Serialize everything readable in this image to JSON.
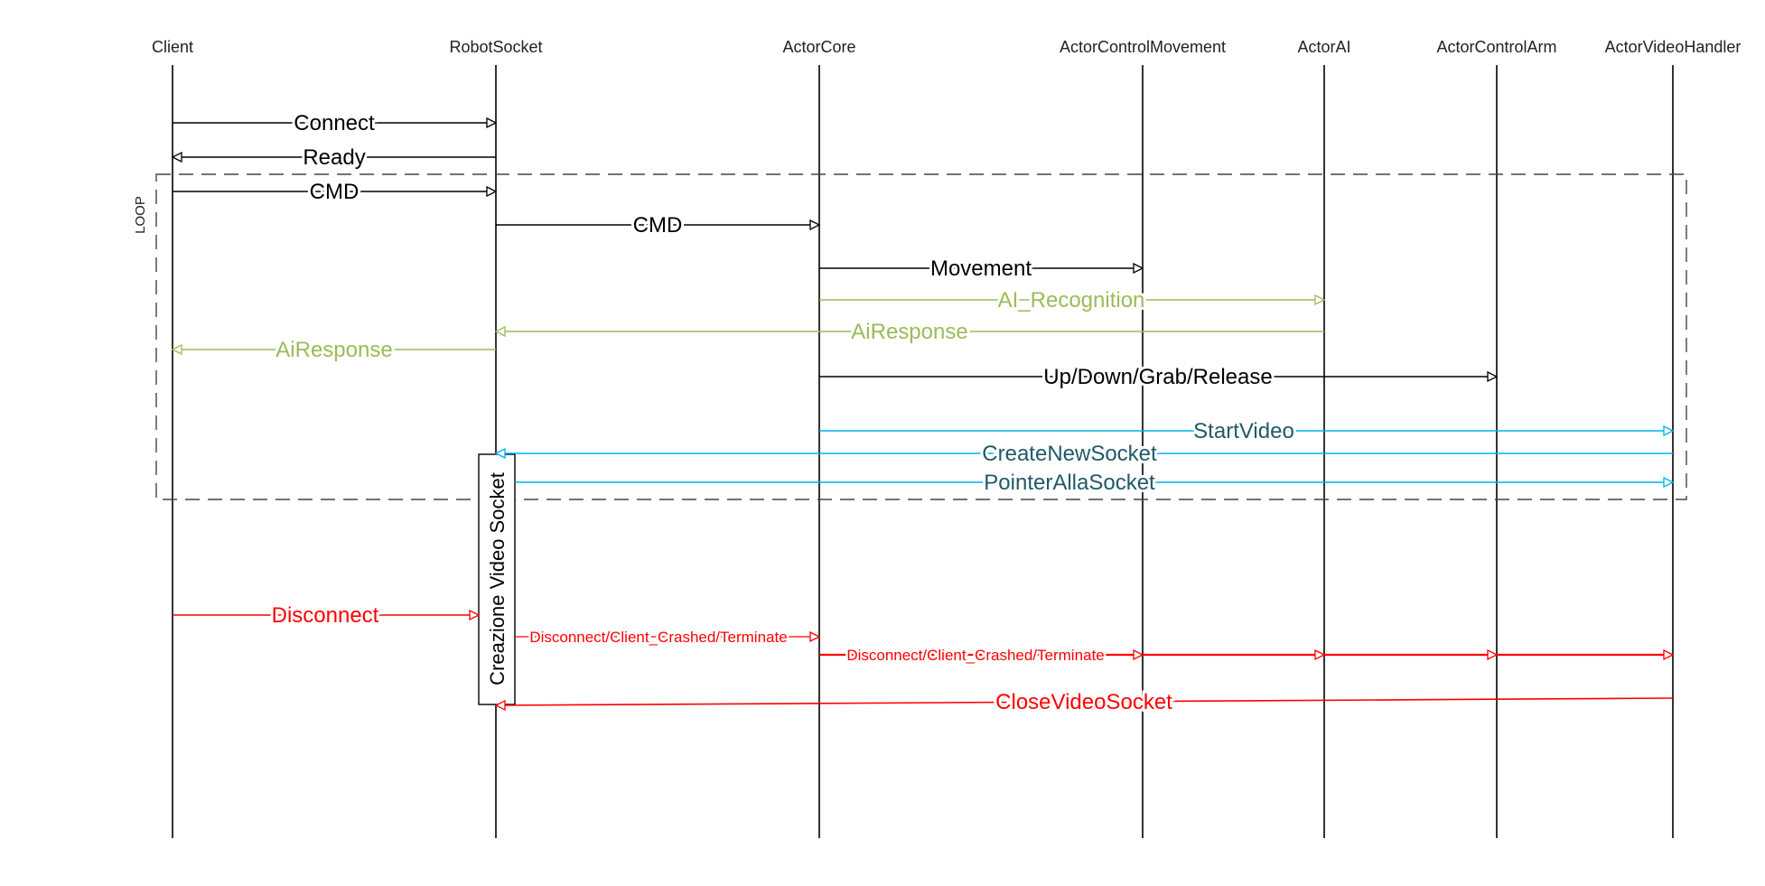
{
  "colors": {
    "black": "#000000",
    "green": "#9bbb59",
    "blue": "#00b0f0",
    "teal_text": "#215968",
    "red": "#ff0000"
  },
  "lifelines": [
    {
      "id": "client",
      "label": "Client"
    },
    {
      "id": "robotsocket",
      "label": "RobotSocket"
    },
    {
      "id": "actorcore",
      "label": "ActorCore"
    },
    {
      "id": "actorcontrolmovement",
      "label": "ActorControlMovement"
    },
    {
      "id": "actorai",
      "label": "ActorAI"
    },
    {
      "id": "actorcontrolarm",
      "label": "ActorControlArm"
    },
    {
      "id": "actorvideohandler",
      "label": "ActorVideoHandler"
    }
  ],
  "loop_frame": {
    "label": "LOOP"
  },
  "activation": {
    "label": "Creazione Video Socket"
  },
  "messages": [
    {
      "id": "connect",
      "label": "Connect",
      "from": "client",
      "to": "robotsocket",
      "color": "black"
    },
    {
      "id": "ready",
      "label": "Ready",
      "from": "robotsocket",
      "to": "client",
      "color": "black"
    },
    {
      "id": "cmd-1",
      "label": "CMD",
      "from": "client",
      "to": "robotsocket",
      "color": "black"
    },
    {
      "id": "cmd-2",
      "label": "CMD",
      "from": "robotsocket",
      "to": "actorcore",
      "color": "black"
    },
    {
      "id": "movement",
      "label": "Movement",
      "from": "actorcore",
      "to": "actorcontrolmovement",
      "color": "black"
    },
    {
      "id": "ai-recognition",
      "label": "AI_Recognition",
      "from": "actorcore",
      "to": "actorai",
      "color": "green"
    },
    {
      "id": "airesponse-1",
      "label": "AiResponse",
      "from": "actorai",
      "to": "robotsocket",
      "color": "green"
    },
    {
      "id": "airesponse-2",
      "label": "AiResponse",
      "from": "robotsocket",
      "to": "client",
      "color": "green"
    },
    {
      "id": "updown",
      "label": "Up/Down/Grab/Release",
      "from": "actorcore",
      "to": "actorcontrolarm",
      "color": "black"
    },
    {
      "id": "startvideo",
      "label": "StartVideo",
      "from": "actorcore",
      "to": "actorvideohandler",
      "color": "blue"
    },
    {
      "id": "createnewsocket",
      "label": "CreateNewSocket",
      "from": "actorvideohandler",
      "to": "robotsocket",
      "color": "blue"
    },
    {
      "id": "pointer",
      "label": "PointerAllaSocket",
      "from": "robotsocket",
      "to": "actorvideohandler",
      "color": "blue"
    },
    {
      "id": "disconnect",
      "label": "Disconnect",
      "from": "client",
      "to": "robotsocket",
      "color": "red"
    },
    {
      "id": "dct-1",
      "label": "Disconnect/Client_Crashed/Terminate",
      "from": "robotsocket",
      "to": "actorcore",
      "color": "red"
    },
    {
      "id": "dct-2",
      "label": "Disconnect/Client_Crashed/Terminate",
      "from": "actorcore",
      "to": "actorcontrolmovement",
      "color": "red"
    },
    {
      "id": "dct-3",
      "label": "",
      "from": "actorcontrolmovement",
      "to": "actorai",
      "color": "red"
    },
    {
      "id": "dct-4",
      "label": "",
      "from": "actorai",
      "to": "actorcontrolarm",
      "color": "red"
    },
    {
      "id": "dct-5",
      "label": "",
      "from": "actorcontrolarm",
      "to": "actorvideohandler",
      "color": "red"
    },
    {
      "id": "closevideosocket",
      "label": "CloseVideoSocket",
      "from": "actorvideohandler",
      "to": "robotsocket",
      "color": "red"
    }
  ]
}
